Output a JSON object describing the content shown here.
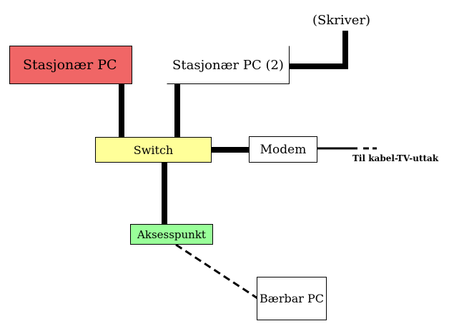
{
  "nodes": {
    "stasjonaer_pc": {
      "label": "Stasjonær PC",
      "color": "#f06666"
    },
    "stasjonaer_pc_2": {
      "label": "Stasjonær PC (2)",
      "color": "#ffffff"
    },
    "skriver": {
      "label": "(Skriver)"
    },
    "switch": {
      "label": "Switch",
      "color": "#ffff99"
    },
    "modem": {
      "label": "Modem",
      "color": "#ffffff"
    },
    "kabel_tv": {
      "label": "Til kabel-TV-uttak"
    },
    "aksesspunkt": {
      "label": "Aksesspunkt",
      "color": "#99ff99"
    },
    "baerbar_pc": {
      "label": "Bærbar PC",
      "color": "#ffffff"
    }
  },
  "links": [
    {
      "from": "stasjonaer_pc",
      "to": "switch",
      "type": "wired"
    },
    {
      "from": "stasjonaer_pc_2",
      "to": "switch",
      "type": "wired"
    },
    {
      "from": "stasjonaer_pc_2",
      "to": "skriver",
      "type": "wired"
    },
    {
      "from": "switch",
      "to": "modem",
      "type": "wired"
    },
    {
      "from": "modem",
      "to": "kabel_tv",
      "type": "cable"
    },
    {
      "from": "switch",
      "to": "aksesspunkt",
      "type": "wired"
    },
    {
      "from": "aksesspunkt",
      "to": "baerbar_pc",
      "type": "wireless"
    }
  ]
}
